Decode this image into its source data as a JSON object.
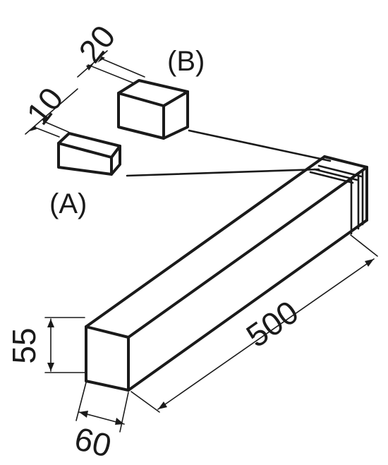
{
  "diagram": {
    "main_bar": {
      "dim_length": "500",
      "dim_height": "55",
      "dim_width": "60"
    },
    "piece_a": {
      "label": "(A)",
      "dim_thickness": "10"
    },
    "piece_b": {
      "label": "(B)",
      "dim_thickness": "20"
    }
  }
}
